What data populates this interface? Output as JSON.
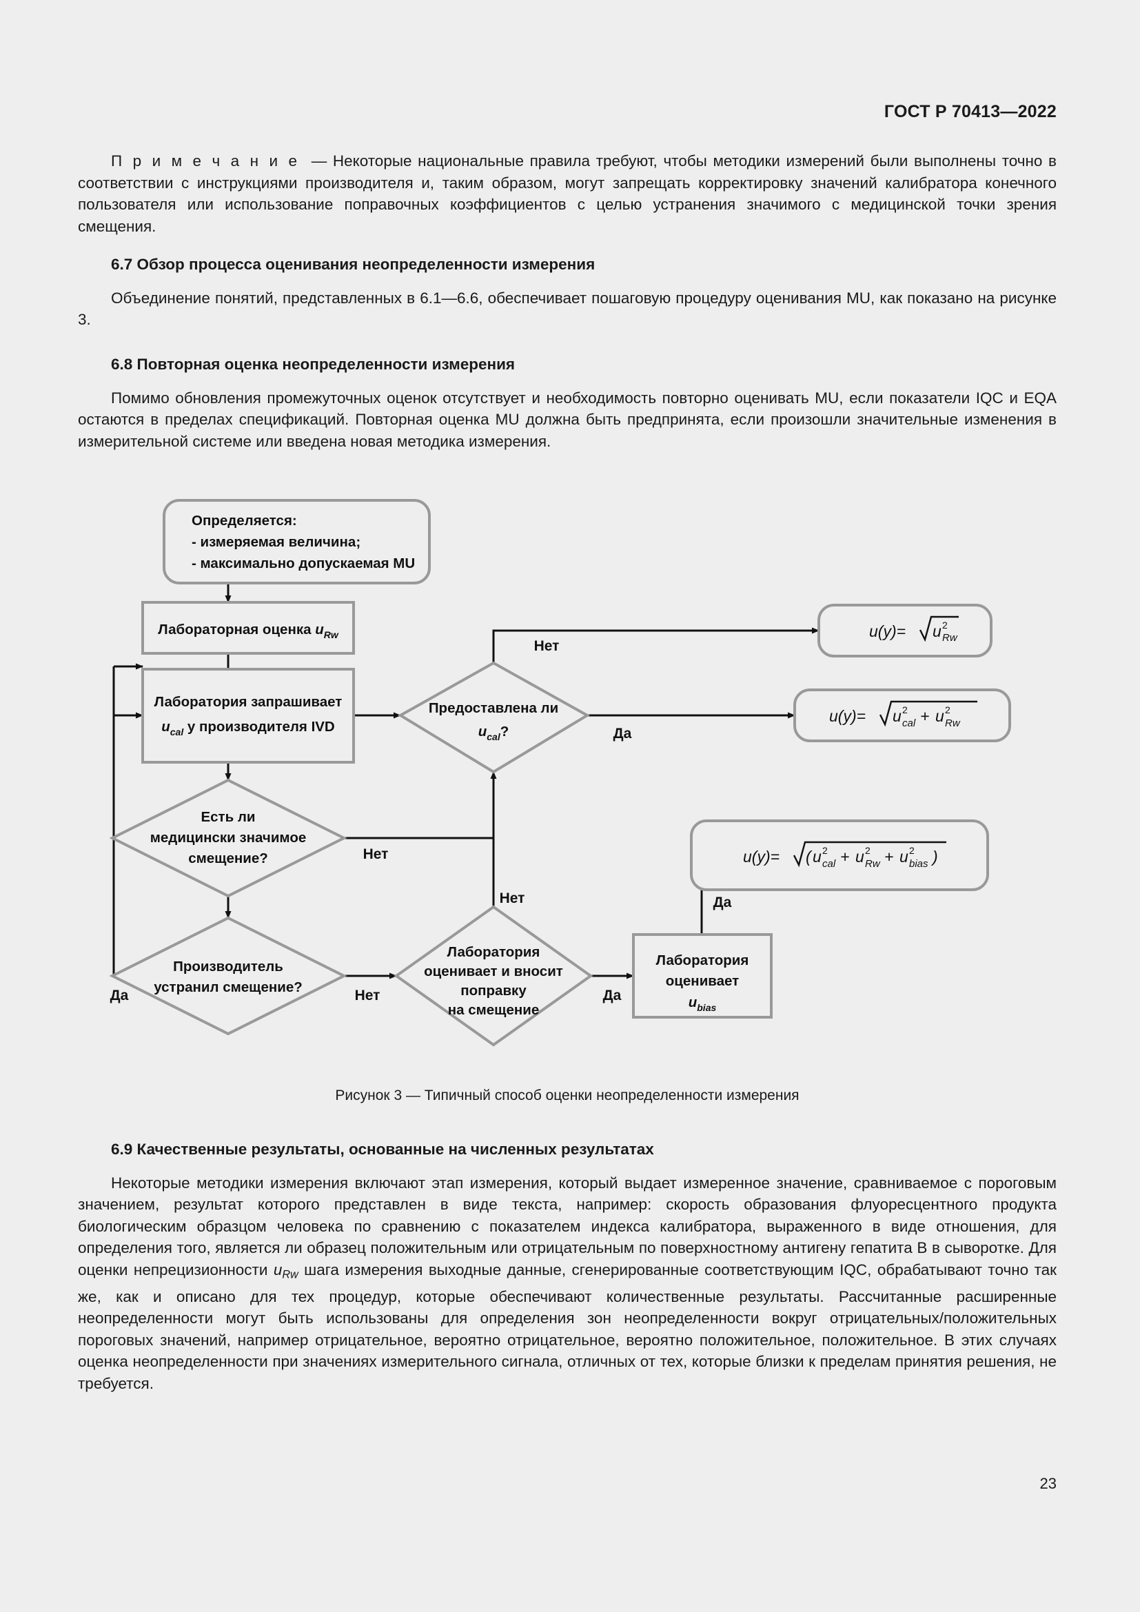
{
  "header": {
    "standard_title": "ГОСТ Р 70413—2022"
  },
  "note": {
    "lead": "П р и м е ч а н и е",
    "dash": "—",
    "text": "Некоторые национальные правила требуют, чтобы методики измерений были выполнены точно в соответствии с инструкциями производителя и, таким образом, могут запрещать корректировку значений калибратора конечного пользователя или использование поправочных коэффициентов с целью устранения значимого с медицинской точки зрения смещения."
  },
  "sections": [
    {
      "heading": "6.7 Обзор процесса оценивания неопределенности измерения",
      "paragraph": "Объединение понятий, представленных в 6.1—6.6, обеспечивает пошаговую процедуру оценивания MU, как показано на рисунке 3."
    },
    {
      "heading": "6.8 Повторная оценка неопределенности измерения",
      "paragraph": "Помимо обновления промежуточных оценок отсутствует и необходимость повторно оценивать MU, если показатели IQC и EQA остаются в пределах спецификаций. Повторная оценка MU должна быть предпринята, если произошли значительные изменения в измерительной системе или введена новая методика измерения."
    },
    {
      "heading": "6.9 Качественные результаты, основанные на численных результатах",
      "paragraph_part1": "Некоторые методики измерения включают этап измерения, который выдает измеренное значение, сравниваемое с пороговым значением, результат которого представлен в виде текста, например: скорость образования флуоресцентного продукта биологическим образцом человека по сравнению с показателем индекса калибратора, выраженного в виде отношения, для определения того, является ли образец положительным или отрицательным по поверхностному антигену гепатита B в сыворотке. Для оценки непрецизионности ",
      "paragraph_var": "u",
      "paragraph_var_sub": "Rw",
      "paragraph_part2": " шага измерения выходные данные, сгенерированные соответствующим IQC, обрабатывают точно так же, как и описано для тех процедур, которые обеспечивают количественные результаты. Рассчитанные расширенные неопределенности могут быть использованы для определения зон неопределенности вокруг отрицательных/положительных пороговых значений, например отрицательное, вероятно отрицательное, вероятно положительное, положительное. В этих случаях оценка неопределенности при значениях измерительного сигнала, отличных от тех, которые близки к пределам принятия решения, не требуется."
    }
  ],
  "figure": {
    "caption": "Рисунок 3 — Типичный способ оценки неопределенности измерения",
    "nodes": {
      "start": {
        "line1": "Определяется:",
        "line2": "- измеряемая величина;",
        "line3": "- максимально допускаемая MU"
      },
      "lab_estimate": {
        "text": "Лабораторная оценка ",
        "var": "u",
        "var_sub": "Rw"
      },
      "lab_requests": {
        "line1": "Лаборатория запрашивает",
        "line2_var": "u",
        "line2_var_sub": "cal",
        "line2_rest": " у производителя IVD"
      },
      "decision_ucal": {
        "line1": "Предоставлена ли",
        "line2_var": "u",
        "line2_var_sub": "cal",
        "line2_rest": "?"
      },
      "decision_bias": {
        "line1": "Есть ли",
        "line2": "медицински значимое",
        "line3": "смещение?"
      },
      "decision_manufacturer": {
        "line1": "Производитель",
        "line2": "устранил смещение?"
      },
      "decision_lab_corrects": {
        "line1": "Лаборатория",
        "line2": "оценивает и вносит",
        "line3": "поправку",
        "line4": "на смещение"
      },
      "lab_estimates_ubias": {
        "line1": "Лаборатория",
        "line2": "оценивает",
        "line3_var": "u",
        "line3_var_sub": "bias"
      },
      "formula1": {
        "lhs": "u(y)=",
        "radicand_var": "u",
        "radicand_sub": "Rw",
        "radicand_sup": "2"
      },
      "formula2": {
        "lhs": "u(y)=",
        "term1_var": "u",
        "term1_sub": "cal",
        "term1_sup": "2",
        "plus": "+",
        "term2_var": "u",
        "term2_sub": "Rw",
        "term2_sup": "2"
      },
      "formula3": {
        "lhs": "u(y)=",
        "open": "(",
        "term1_var": "u",
        "term1_sub": "cal",
        "term1_sup": "2",
        "plus1": "+",
        "term2_var": "u",
        "term2_sub": "Rw",
        "term2_sup": "2",
        "plus2": "+",
        "term3_var": "u",
        "term3_sub": "bias",
        "term3_sup": "2",
        "close": ")"
      }
    },
    "edge_labels": {
      "ucal_no": "Нет",
      "ucal_yes": "Да",
      "bias_no": "Нет",
      "manufacturer_yes": "Да",
      "manufacturer_no": "Нет",
      "corrects_no": "Нет",
      "corrects_yes": "Да",
      "ubias_yes": "Да"
    }
  },
  "page_number": "23",
  "colors": {
    "page_background": "#eeeeee",
    "text": "#1a1a1a",
    "node_border": "#999999",
    "arrow": "#111111"
  }
}
